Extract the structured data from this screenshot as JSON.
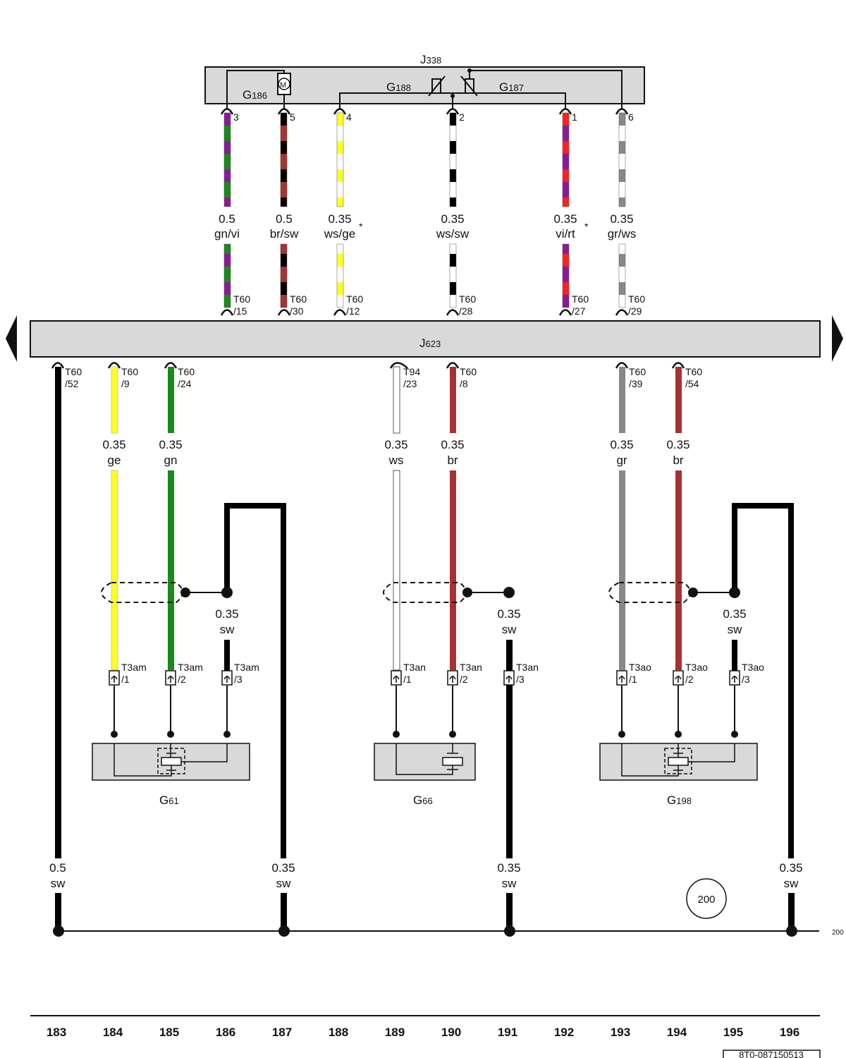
{
  "colors": {
    "sw": "#000000",
    "gn": "#1a8a1a",
    "vi": "#8a1a9a",
    "br": "#a83232",
    "ws": "#ffffff",
    "ge": "#ffff22",
    "rt": "#ff2020",
    "gr": "#888888",
    "box_fill": "#d9d9d9"
  },
  "j338": {
    "letter": "J",
    "sub": "338"
  },
  "j623": {
    "letter": "J",
    "sub": "623"
  },
  "g186": {
    "letter": "G",
    "sub": "186",
    "motor": "M"
  },
  "g188": {
    "letter": "G",
    "sub": "188"
  },
  "g187": {
    "letter": "G",
    "sub": "187"
  },
  "top_wires": [
    {
      "pin": "3",
      "size": "0.5",
      "color": "gn/vi",
      "star": "",
      "conn": "T60",
      "conn_pin": "/15"
    },
    {
      "pin": "5",
      "size": "0.5",
      "color": "br/sw",
      "star": "",
      "conn": "T60",
      "conn_pin": "/30"
    },
    {
      "pin": "4",
      "size": "0.35",
      "color": "ws/ge",
      "star": "*",
      "conn": "T60",
      "conn_pin": "/12"
    },
    {
      "pin": "2",
      "size": "0.35",
      "color": "ws/sw",
      "star": "",
      "conn": "T60",
      "conn_pin": "/28"
    },
    {
      "pin": "1",
      "size": "0.35",
      "color": "vi/rt",
      "star": "*",
      "conn": "T60",
      "conn_pin": "/27"
    },
    {
      "pin": "6",
      "size": "0.35",
      "color": "gr/ws",
      "star": "",
      "conn": "T60",
      "conn_pin": "/29"
    }
  ],
  "lower_wires": [
    {
      "conn": "T60",
      "conn_pin": "/52",
      "size": "0.5",
      "color": "sw"
    },
    {
      "conn": "T60",
      "conn_pin": "/9",
      "size": "0.35",
      "color": "ge"
    },
    {
      "conn": "T60",
      "conn_pin": "/24",
      "size": "0.35",
      "color": "gn"
    },
    {
      "conn": "T94",
      "conn_pin": "/23",
      "size": "0.35",
      "color": "ws"
    },
    {
      "conn": "T60",
      "conn_pin": "/8",
      "size": "0.35",
      "color": "br"
    },
    {
      "conn": "T60",
      "conn_pin": "/39",
      "size": "0.35",
      "color": "gr"
    },
    {
      "conn": "T60",
      "conn_pin": "/54",
      "size": "0.35",
      "color": "br"
    }
  ],
  "shield_wires": [
    {
      "size": "0.35",
      "color": "sw"
    },
    {
      "size": "0.35",
      "color": "sw"
    },
    {
      "size": "0.35",
      "color": "sw"
    }
  ],
  "sensor_connectors": [
    {
      "name": "T3am",
      "pin": "/1"
    },
    {
      "name": "T3am",
      "pin": "/2"
    },
    {
      "name": "T3am",
      "pin": "/3"
    },
    {
      "name": "T3an",
      "pin": "/1"
    },
    {
      "name": "T3an",
      "pin": "/2"
    },
    {
      "name": "T3an",
      "pin": "/3"
    },
    {
      "name": "T3ao",
      "pin": "/1"
    },
    {
      "name": "T3ao",
      "pin": "/2"
    },
    {
      "name": "T3ao",
      "pin": "/3"
    }
  ],
  "sensors": [
    {
      "letter": "G",
      "sub": "61"
    },
    {
      "letter": "G",
      "sub": "66"
    },
    {
      "letter": "G",
      "sub": "198"
    }
  ],
  "ground_wires": [
    {
      "size": "0.5",
      "color": "sw"
    },
    {
      "size": "0.35",
      "color": "sw"
    },
    {
      "size": "0.35",
      "color": "sw"
    },
    {
      "size": "0.35",
      "color": "sw"
    }
  ],
  "ground_circle": "200",
  "ground_ref": "200",
  "columns": [
    "183",
    "184",
    "185",
    "186",
    "187",
    "188",
    "189",
    "190",
    "191",
    "192",
    "193",
    "194",
    "195",
    "196"
  ],
  "doc_number": "8T0-087150513"
}
